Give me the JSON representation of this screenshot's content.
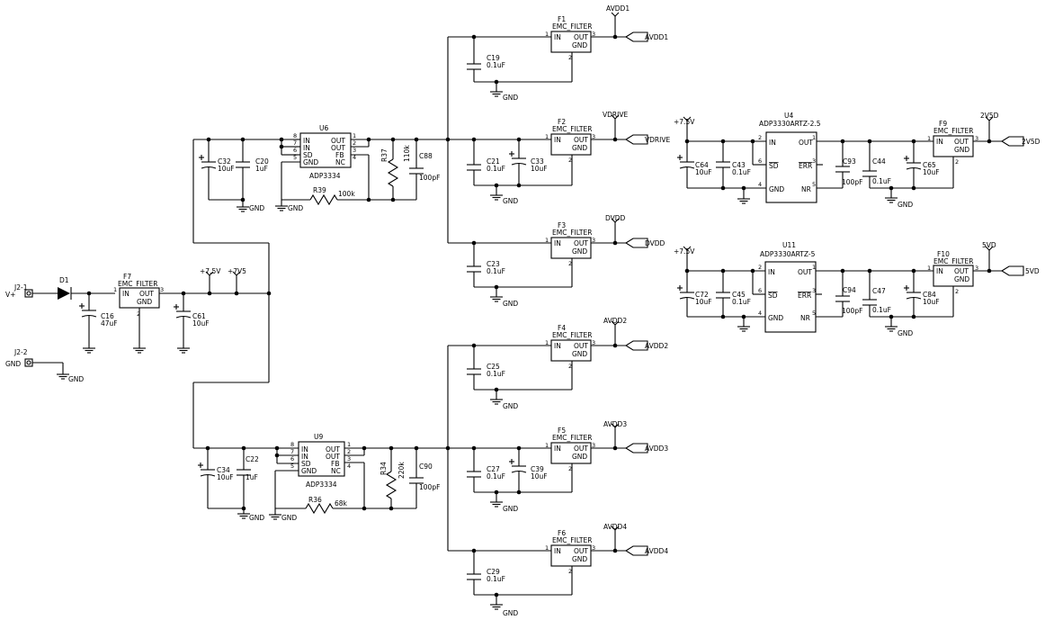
{
  "regulators": {
    "u6": {
      "ref": "U6",
      "part": "ADP3334",
      "pins_left": [
        "IN",
        "IN",
        "SD",
        "GND"
      ],
      "pins_right": [
        "OUT",
        "OUT",
        "FB",
        "NC"
      ],
      "nums_left": [
        "8",
        "7",
        "6",
        "5"
      ],
      "nums_right": [
        "1",
        "2",
        "3",
        "4"
      ]
    },
    "u9": {
      "ref": "U9",
      "part": "ADP3334",
      "pins_left": [
        "IN",
        "IN",
        "SD",
        "GND"
      ],
      "pins_right": [
        "OUT",
        "OUT",
        "FB",
        "NC"
      ],
      "nums_left": [
        "8",
        "7",
        "6",
        "5"
      ],
      "nums_right": [
        "1",
        "2",
        "3",
        "4"
      ]
    },
    "u4": {
      "ref": "U4",
      "part": "ADP3330ARTZ-2.5",
      "pins_left": [
        "IN",
        "SD",
        "GND"
      ],
      "pins_right": [
        "OUT",
        "ERR",
        "NR"
      ],
      "nums_left": [
        "2",
        "6",
        "4"
      ],
      "nums_right": [
        "1",
        "3",
        "5"
      ]
    },
    "u11": {
      "ref": "U11",
      "part": "ADP3330ARTZ-5",
      "pins_left": [
        "IN",
        "SD",
        "GND"
      ],
      "pins_right": [
        "OUT",
        "ERR",
        "NR"
      ],
      "nums_left": [
        "2",
        "6",
        "4"
      ],
      "nums_right": [
        "1",
        "3",
        "5"
      ]
    }
  },
  "filters": {
    "part": "EMC_FILTER",
    "pin_in": "IN",
    "pin_out": "OUT",
    "pin_gnd": "GND",
    "n1": "1",
    "n2": "2",
    "n3": "3",
    "f1": "F1",
    "f2": "F2",
    "f3": "F3",
    "f4": "F4",
    "f5": "F5",
    "f6": "F6",
    "f7": "F7",
    "f9": "F9",
    "f10": "F10"
  },
  "caps": {
    "c16": [
      "C16",
      "47uF"
    ],
    "c61": [
      "C61",
      "10uF"
    ],
    "c32": [
      "C32",
      "10uF"
    ],
    "c20": [
      "C20",
      "1uF"
    ],
    "c88": [
      "C88",
      "100pF"
    ],
    "c34": [
      "C34",
      "10uF"
    ],
    "c22": [
      "C22",
      "1uF"
    ],
    "c90": [
      "C90",
      "100pF"
    ],
    "c19": [
      "C19",
      "0.1uF"
    ],
    "c21": [
      "C21",
      "0.1uF"
    ],
    "c33": [
      "C33",
      "10uF"
    ],
    "c23": [
      "C23",
      "0.1uF"
    ],
    "c25": [
      "C25",
      "0.1uF"
    ],
    "c27": [
      "C27",
      "0.1uF"
    ],
    "c39": [
      "C39",
      "10uF"
    ],
    "c29": [
      "C29",
      "0.1uF"
    ],
    "c64": [
      "C64",
      "10uF"
    ],
    "c43": [
      "C43",
      "0.1uF"
    ],
    "c93": [
      "C93",
      "100pF"
    ],
    "c44": [
      "C44",
      "0.1uF"
    ],
    "c65": [
      "C65",
      "10uF"
    ],
    "c72": [
      "C72",
      "10uF"
    ],
    "c45": [
      "C45",
      "0.1uF"
    ],
    "c94": [
      "C94",
      "100pF"
    ],
    "c47": [
      "C47",
      "0.1uF"
    ],
    "c84": [
      "C84",
      "10uF"
    ]
  },
  "resistors": {
    "r37": [
      "R37",
      "110k"
    ],
    "r39": [
      "R39",
      "100k"
    ],
    "r34": [
      "R34",
      "220k"
    ],
    "r36": [
      "R36",
      "68k"
    ]
  },
  "diode": {
    "ref": "D1"
  },
  "connectors": {
    "j2_1": "J2-1",
    "j2_1_net": "V+",
    "j2_2": "J2-2",
    "j2_2_net": "GND"
  },
  "nets": {
    "gnd": "GND",
    "v75": "+7.5V",
    "v7v5": "+7V5",
    "avdd1": "AVDD1",
    "vdrive": "VDRIVE",
    "dvdd": "DVDD",
    "avdd2": "AVDD2",
    "avdd3": "AVDD3",
    "avdd4": "AVDD4",
    "v2v5d": "2V5D",
    "v5vd": "5VD"
  }
}
